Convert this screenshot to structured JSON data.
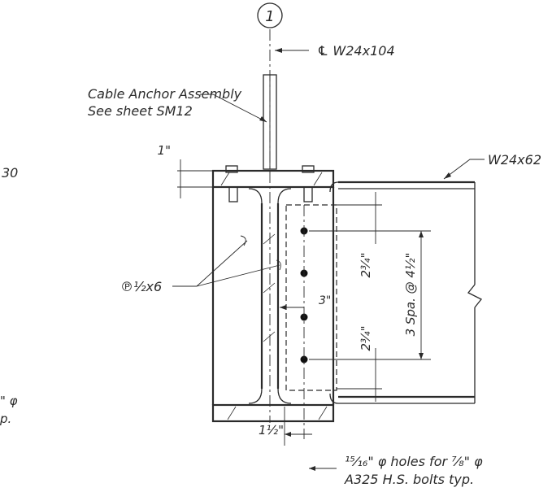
{
  "grid_bubble": "1",
  "labels": {
    "centerline": "℄ W24x104",
    "anchor_line1": "Cable Anchor Assembly",
    "anchor_line2": "See sheet SM12",
    "beam": "W24x62",
    "plate": "℗½x6",
    "partial_left_1": "30",
    "partial_left_2": "\" φ",
    "partial_left_3": "p.",
    "holes_line1": "¹⁵⁄₁₆\" φ holes for ⁷⁄₈\" φ",
    "holes_line2": "A325 H.S. bolts typ."
  },
  "dimensions": {
    "plate_thickness": "1\"",
    "top_edge": "2¾\"",
    "bottom_edge": "2¾\"",
    "bolt_spacing": "3 Spa. @ 4½\"",
    "gage": "3\"",
    "edge_offset": "1½\""
  },
  "colors": {
    "ink": "#2a2a2a",
    "background": "#ffffff"
  }
}
